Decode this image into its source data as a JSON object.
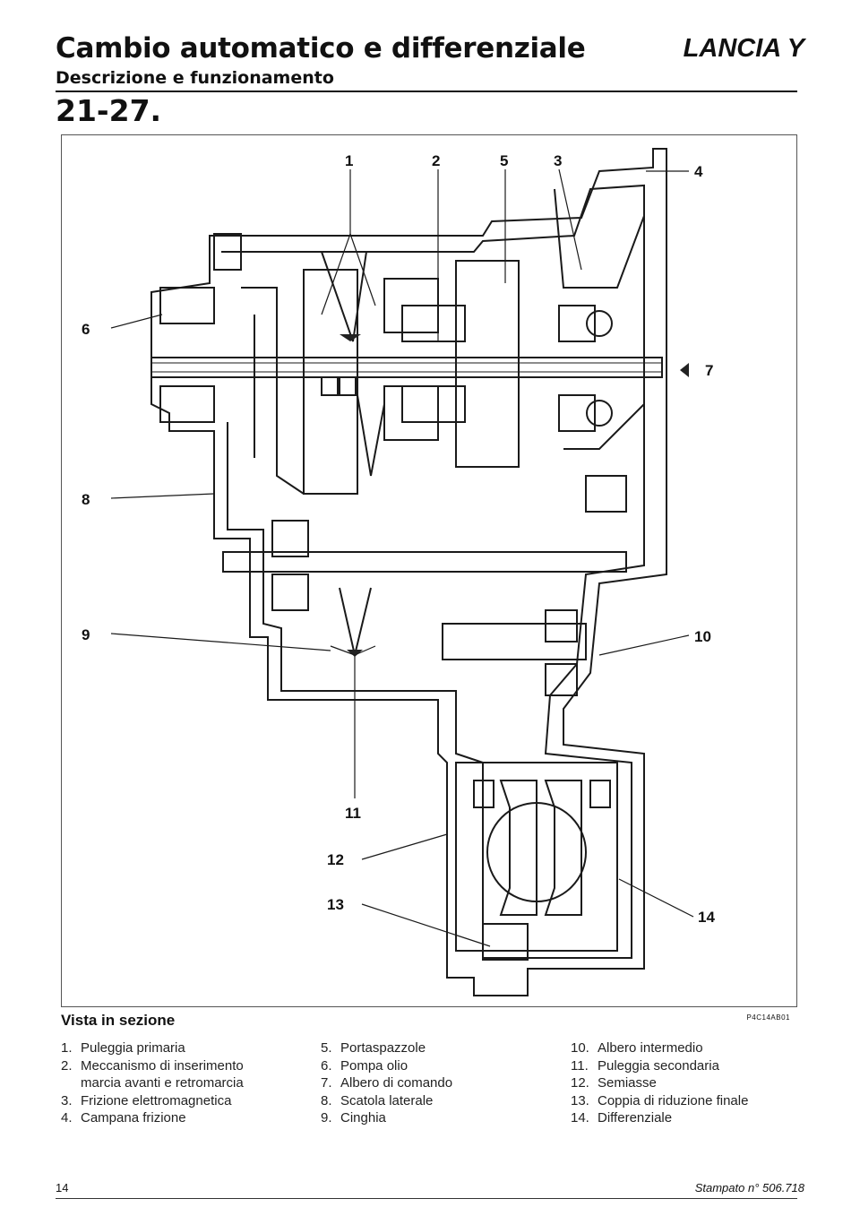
{
  "header": {
    "title": "Cambio automatico e differenziale",
    "brand": "LANCIA Y",
    "subtitle": "Descrizione e funzionamento",
    "section_number": "21-27."
  },
  "figure": {
    "caption": "Vista in sezione",
    "code": "P4C14AB01",
    "callouts": [
      "1",
      "2",
      "5",
      "3",
      "4",
      "6",
      "7",
      "8",
      "9",
      "10",
      "11",
      "12",
      "13",
      "14"
    ]
  },
  "legend": {
    "col1": [
      {
        "num": "1.",
        "text": "Puleggia primaria"
      },
      {
        "num": "2.",
        "text": "Meccanismo di inserimento marcia avanti e retromarcia"
      },
      {
        "num": "3.",
        "text": "Frizione elettromagnetica"
      },
      {
        "num": "4.",
        "text": "Campana frizione"
      }
    ],
    "col2": [
      {
        "num": "5.",
        "text": "Portaspazzole"
      },
      {
        "num": "6.",
        "text": "Pompa olio"
      },
      {
        "num": "7.",
        "text": "Albero di comando"
      },
      {
        "num": "8.",
        "text": "Scatola laterale"
      },
      {
        "num": "9.",
        "text": "Cinghia"
      }
    ],
    "col3": [
      {
        "num": "10.",
        "text": "Albero intermedio"
      },
      {
        "num": "11.",
        "text": "Puleggia secondaria"
      },
      {
        "num": "12.",
        "text": "Semiasse"
      },
      {
        "num": "13.",
        "text": "Coppia di riduzione finale"
      },
      {
        "num": "14.",
        "text": "Differenziale"
      }
    ]
  },
  "footer": {
    "page_number": "14",
    "printed": "Stampato n° 506.718"
  }
}
